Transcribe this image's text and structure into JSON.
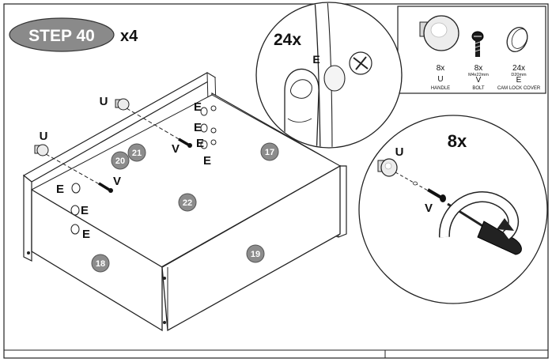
{
  "step": {
    "label": "STEP 40",
    "multiplier": "x4"
  },
  "detail_top": {
    "quantity": "24x",
    "part_letter": "E"
  },
  "detail_right": {
    "quantity": "8x",
    "handle_letter": "U",
    "bolt_letter": "V"
  },
  "parts": [
    {
      "count": "8x",
      "code": "U",
      "name": "HANDLE",
      "spec": ""
    },
    {
      "count": "8x",
      "code": "V",
      "name": "BOLT",
      "spec": "M4x22mm"
    },
    {
      "count": "24x",
      "code": "E",
      "name": "CAM LOCK COVER",
      "spec": "D20mm"
    }
  ],
  "letters": {
    "handle": "U",
    "bolt": "V",
    "cover": "E"
  },
  "panels": [
    "17",
    "18",
    "19",
    "20",
    "21",
    "22"
  ]
}
